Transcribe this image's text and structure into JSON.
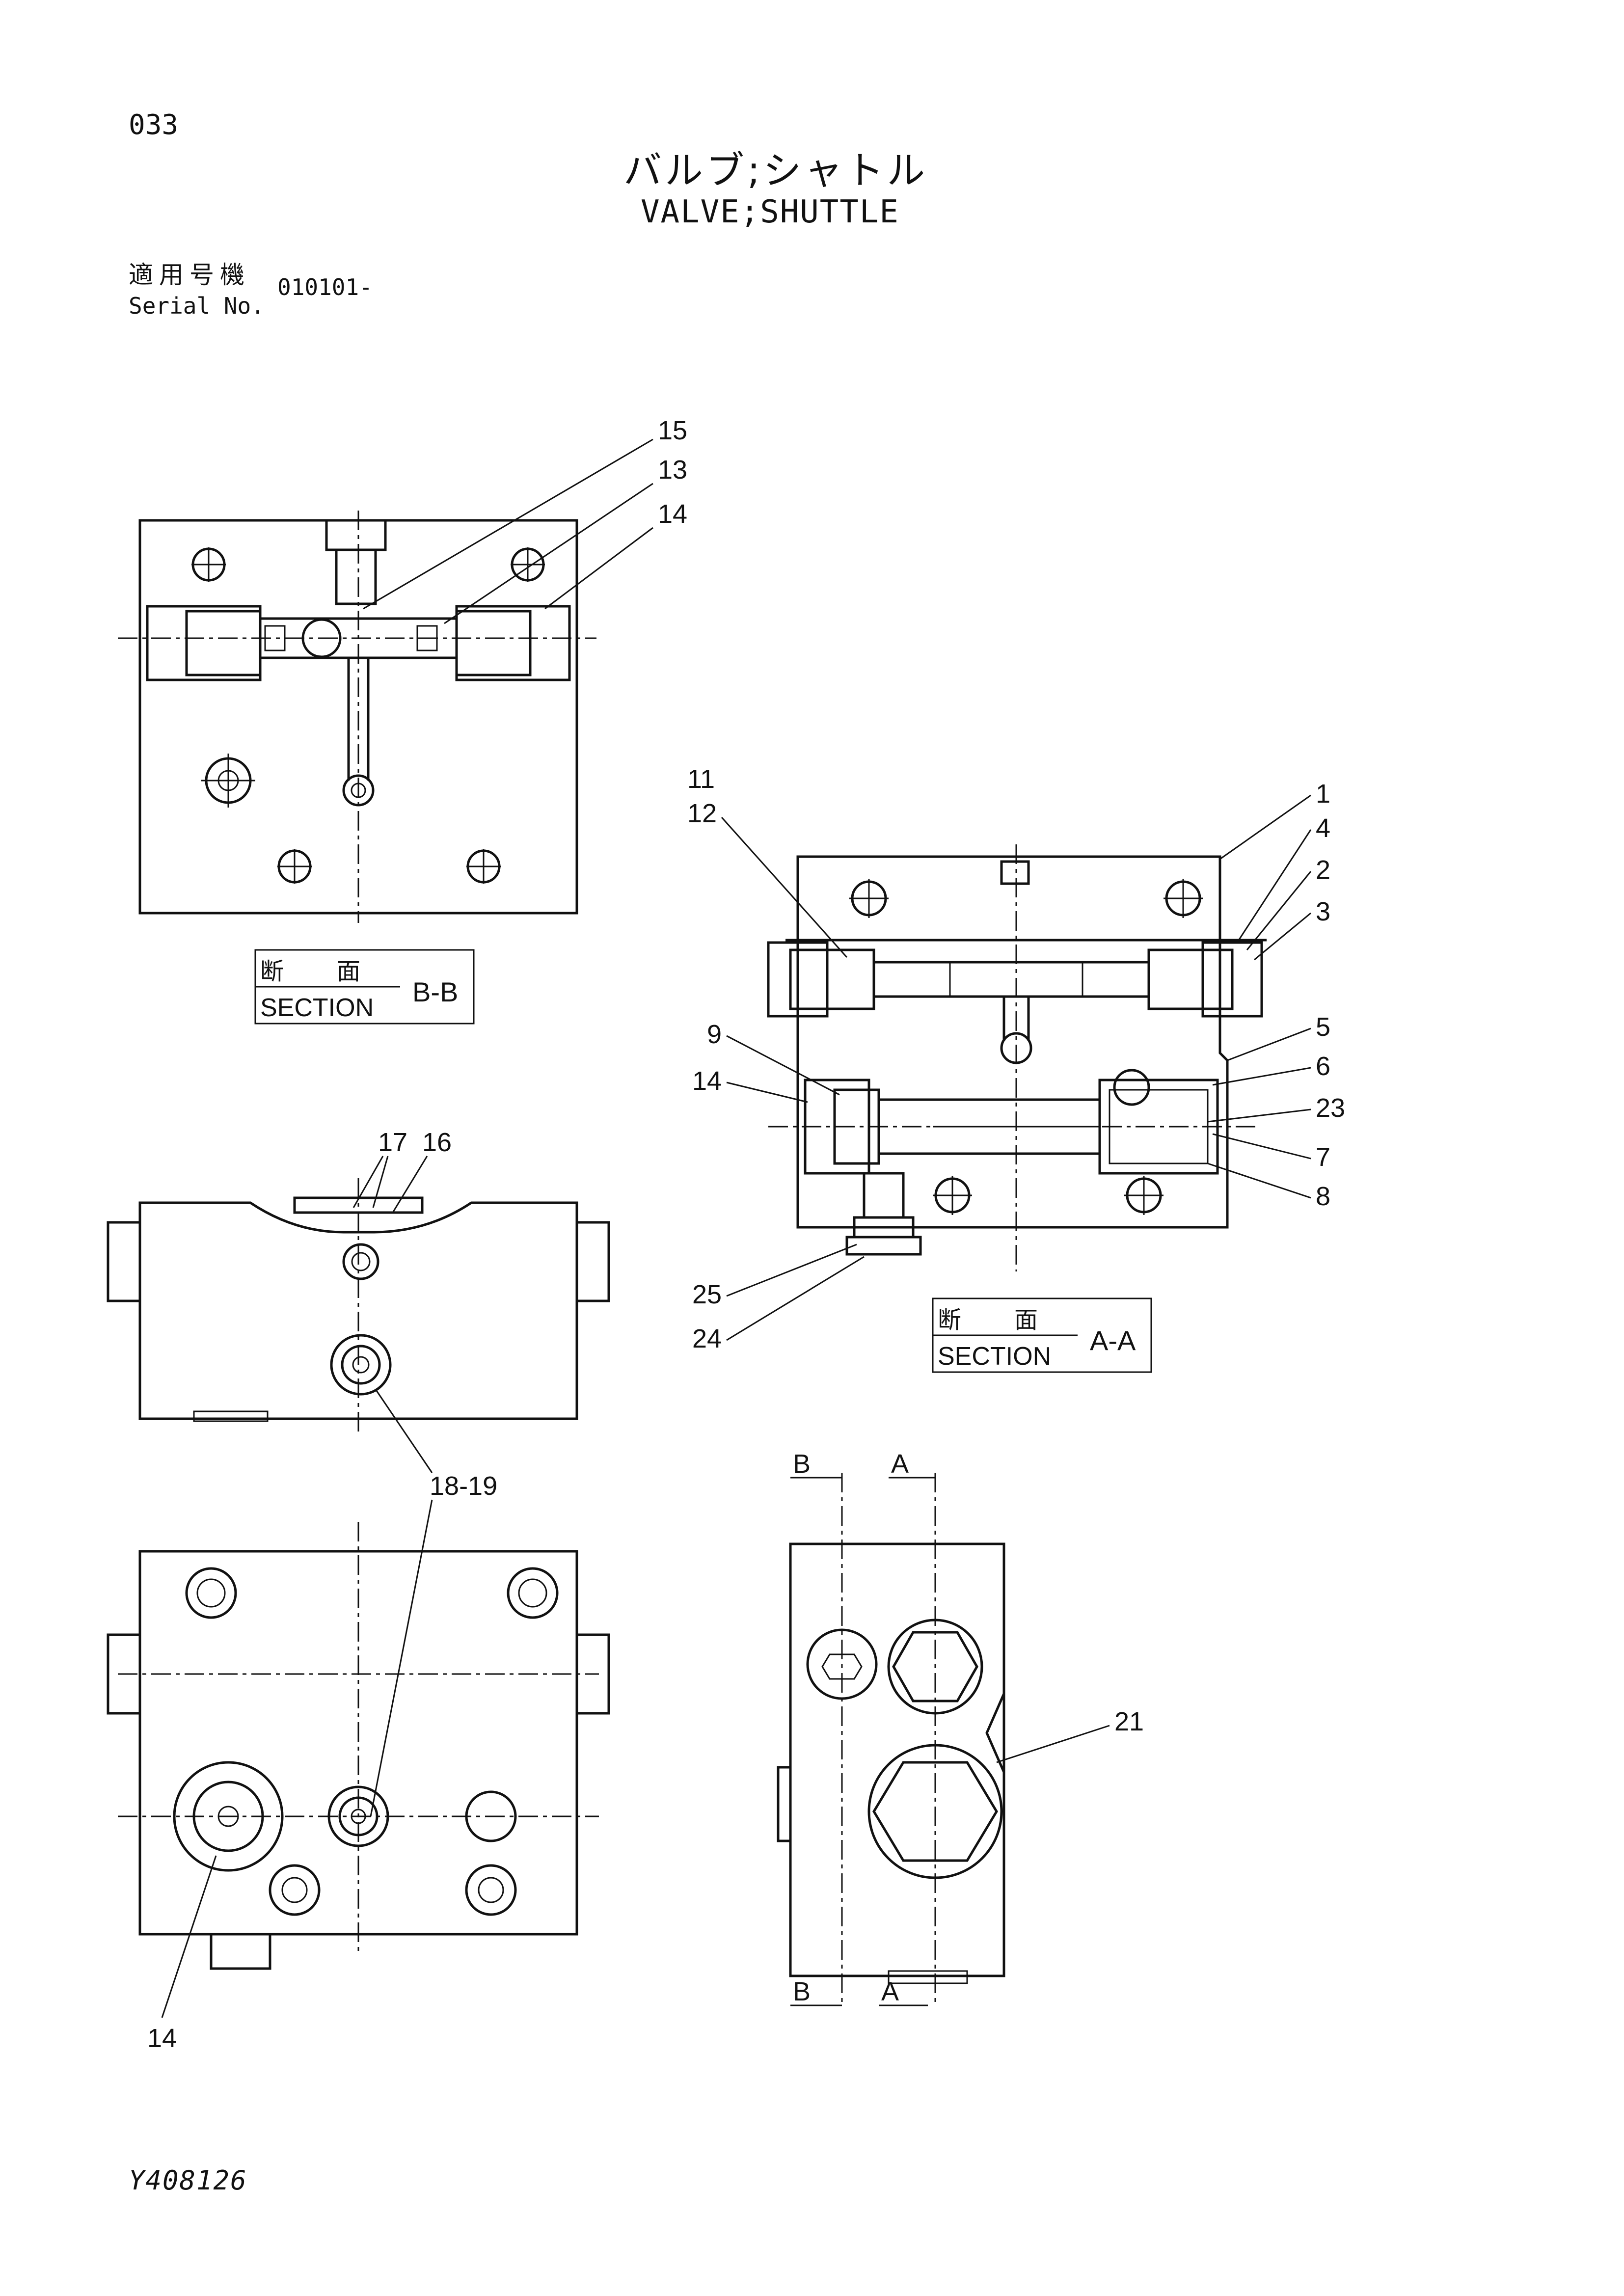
{
  "header": {
    "page_number": "033",
    "title_jp": "バルブ;シャトル",
    "title_en": "VALVE;SHUTTLE",
    "serial_label_jp": "適用号機",
    "serial_label_en": "Serial No.",
    "serial_value": "010101-"
  },
  "sections": {
    "bb": {
      "label_jp": "断　面",
      "label_en": "SECTION",
      "name": "B-B"
    },
    "aa": {
      "label_jp": "断　面",
      "label_en": "SECTION",
      "name": "A-A"
    }
  },
  "view_markers": {
    "b": "B",
    "a": "A"
  },
  "callouts": {
    "c1": "1",
    "c2": "2",
    "c3": "3",
    "c4": "4",
    "c5": "5",
    "c6": "6",
    "c7": "7",
    "c8": "8",
    "c9": "9",
    "c11": "11",
    "c12": "12",
    "c13": "13",
    "c14": "14",
    "c15": "15",
    "c16": "16",
    "c17": "17",
    "c18_19": "18-19",
    "c21": "21",
    "c23": "23",
    "c24": "24",
    "c25": "25"
  },
  "footer": {
    "doc_code": "Y408126"
  }
}
